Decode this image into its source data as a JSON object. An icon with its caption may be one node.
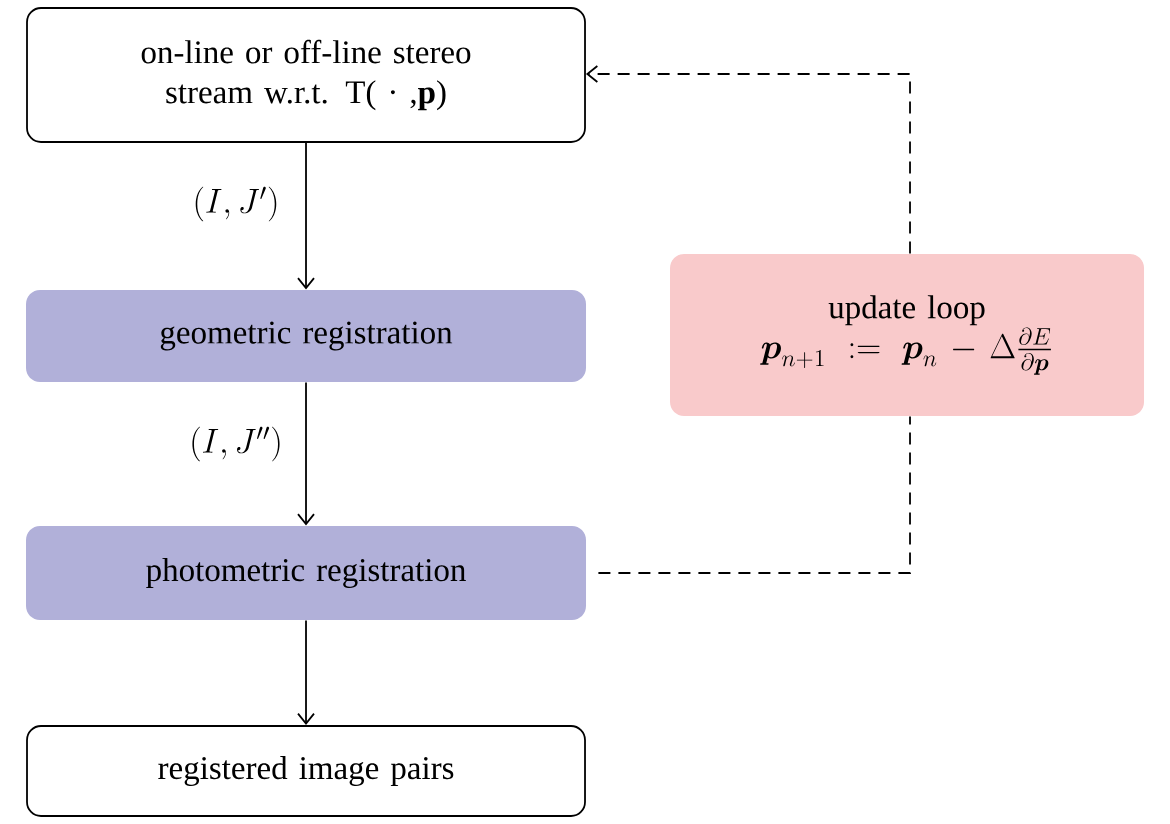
{
  "diagram": {
    "nodes": [
      {
        "text": [
          "on-line or off-line stereo stream w.r.t. T( · ,**p**)"
        ]
      },
      {
        "text": [
          "geometric registration"
        ]
      },
      {
        "text": [
          "photometric registration"
        ]
      },
      {
        "text": [
          "registered image pairs"
        ]
      },
      {
        "text": [
          "update loop",
          "\\boldsymbol{p}_{n+1} := \\boldsymbol{p}_n - \\Delta\\tfrac{\\partial E}{\\partial \\boldsymbol{p}}"
        ]
      }
    ],
    "edges": [
      {
        "from": 0,
        "to": 1,
        "arrow": "to",
        "label": "(I,J')"
      },
      {
        "from": 1,
        "to": 2,
        "arrow": "to",
        "label": "(I,J'')"
      },
      {
        "from": 2,
        "to": 3,
        "arrow": "to"
      },
      {
        "from": 2,
        "to": 4,
        "arrow": "none",
        "style": "dashed"
      },
      {
        "from": 4,
        "to": 0,
        "arrow": "to",
        "style": "dashed"
      }
    ]
  }
}
